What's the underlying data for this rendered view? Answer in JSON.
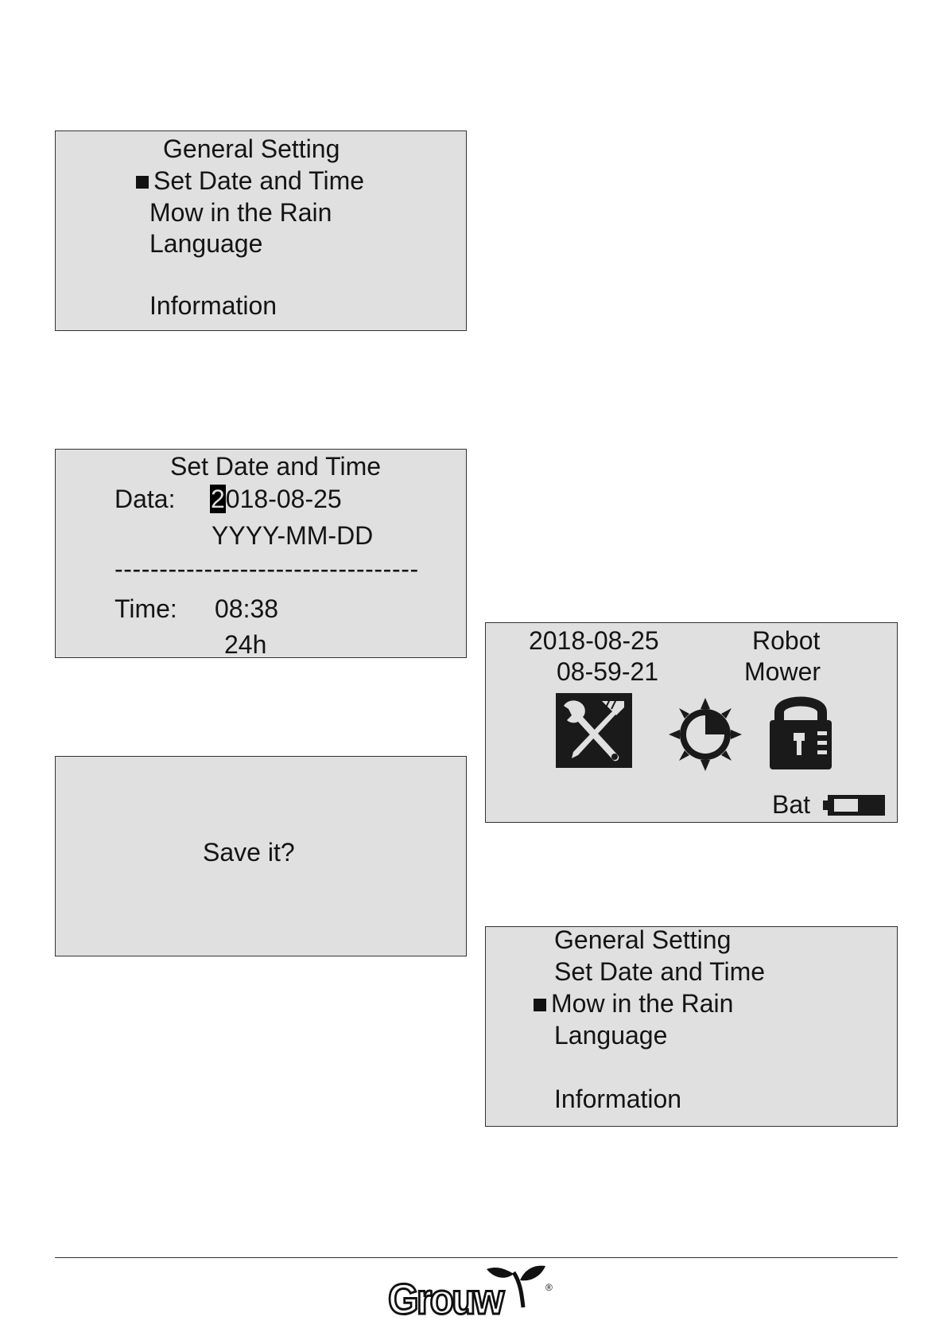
{
  "general_setting_1": {
    "title": "General Setting",
    "items": [
      "Set Date and Time",
      "Mow in the Rain",
      "Language",
      "Information"
    ],
    "selected_index": 0
  },
  "set_date_time": {
    "title": "Set Date and Time",
    "date_label": "Data:",
    "date_cursor_char": "2",
    "date_rest": "018-08-25",
    "date_format": "YYYY-MM-DD",
    "divider": "----------------------------------",
    "time_label": "Time:",
    "time_value": "08:38",
    "time_format": "24h"
  },
  "save_dialog": {
    "message": "Save it?"
  },
  "home_screen": {
    "date": "2018-08-25",
    "time": "08-59-21",
    "name_line1": "Robot",
    "name_line2": "Mower",
    "battery_label": "Bat",
    "icons": [
      "tools-icon",
      "sun-clock-icon",
      "lock-icon",
      "battery-icon"
    ]
  },
  "general_setting_2": {
    "title": "General Setting",
    "items": [
      "Set Date and Time",
      "Mow in the Rain",
      "Language",
      "Information"
    ],
    "selected_index": 1
  },
  "footer": {
    "logo_text": "Grouw",
    "logo_mark": "®"
  },
  "colors": {
    "lcd_background": "#dfe0df",
    "ink": "#141414"
  }
}
